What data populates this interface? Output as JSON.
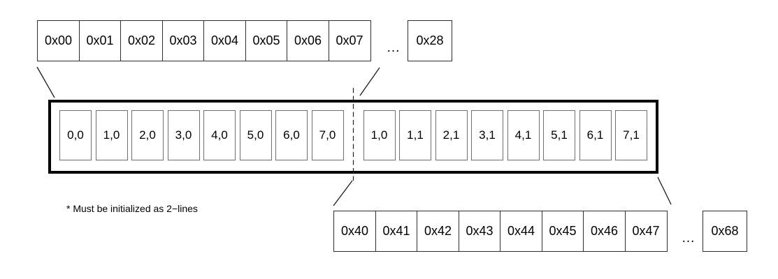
{
  "figure": {
    "note": "* Must be initialized as 2−lines",
    "top_addresses": {
      "cells": [
        "0x00",
        "0x01",
        "0x02",
        "0x03",
        "0x04",
        "0x05",
        "0x06",
        "0x07"
      ],
      "ellipsis": "...",
      "last_cell": "0x28"
    },
    "buffer": {
      "line0_cells": [
        "0,0",
        "1,0",
        "2,0",
        "3,0",
        "4,0",
        "5,0",
        "6,0",
        "7,0"
      ],
      "line1_cells": [
        "1,0",
        "1,1",
        "2,1",
        "3,1",
        "4,1",
        "5,1",
        "6,1",
        "7,1"
      ]
    },
    "bottom_addresses": {
      "cells": [
        "0x40",
        "0x41",
        "0x42",
        "0x43",
        "0x44",
        "0x45",
        "0x46",
        "0x47"
      ],
      "ellipsis": "...",
      "last_cell": "0x68"
    },
    "colors": {
      "line_color": "#000000",
      "inner_cell_border": "#6f6f6f",
      "background": "#ffffff"
    }
  }
}
